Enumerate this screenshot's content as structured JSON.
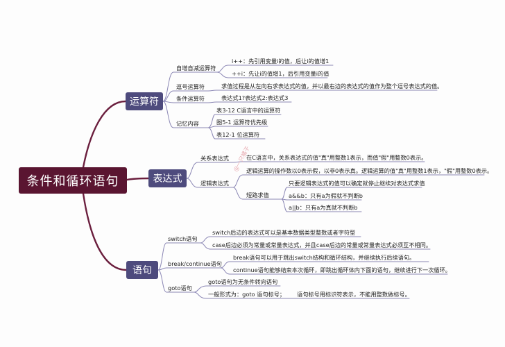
{
  "root": "条件和循环语句",
  "sections": {
    "operators": {
      "label": "运算符",
      "incdec": {
        "label": "自增自减运算符",
        "items": [
          "i++：先引用变量i的值，后让i的值增1",
          "++i：先让i的值增1，后引用变量i的值"
        ]
      },
      "comma": {
        "label": "逗号运算符",
        "desc": "求值过程是从左向右求表达式的值，并以最右边的表达式的值作为整个逗号表达式的值。"
      },
      "conditional": {
        "label": "条件运算符",
        "desc": "表达式1?表达式2:表达式3"
      },
      "memo": {
        "label": "记忆内容",
        "items": [
          "表3-12 C语言中的运算符",
          "图5-1 运算符优先级",
          "表12-1 位运算符"
        ]
      }
    },
    "expressions": {
      "label": "表达式",
      "relational": {
        "label": "关系表达式",
        "desc": "在C语言中，关系表达式的值\"真\"用整数1表示，而值\"假\"用整数0表示。"
      },
      "logical": {
        "label": "逻辑表达式",
        "desc": "逻辑运算的操作数以0表示假，以非0表示真。逻辑运算的值\"真\"用整数1表示，\"假\"用整数0表示。",
        "short": {
          "label": "短路求值",
          "desc": "只要逻辑表达式的值可以确定就停止继续对表达式求值",
          "items": [
            "a&&b：只有a为假就不判断b",
            "a||b：只有a为真就不判断b"
          ]
        }
      }
    },
    "statements": {
      "label": "语句",
      "switch": {
        "label": "switch语句",
        "items": [
          "switch后边的表达式可以是基本数据类型整数或者字符型",
          "case后边必须为常量或常量表达式，并且case后边的常量或常量表达式必须互不相同。"
        ]
      },
      "breakcontinue": {
        "label": "break/continue语句",
        "items": [
          "break语句可以用于跳出switch结构和循环结构，并继续执行后续语句。",
          "continue语句能够结束本次循环，即跳出循环体内下面的语句，继续进行下一次循环。"
        ]
      },
      "goto": {
        "label": "goto语句",
        "items": [
          "goto语句为无条件转向语句",
          "一般形式为：goto 语句标号；",
          "语句标号用标识符表示，不能用整数做标号。"
        ]
      }
    }
  },
  "watermark": "@一只橘子",
  "colors": {
    "root": "#5a1531",
    "main": "#4e4b7d",
    "trunk": "#6b1f3e",
    "branch": "#8a86b4"
  }
}
